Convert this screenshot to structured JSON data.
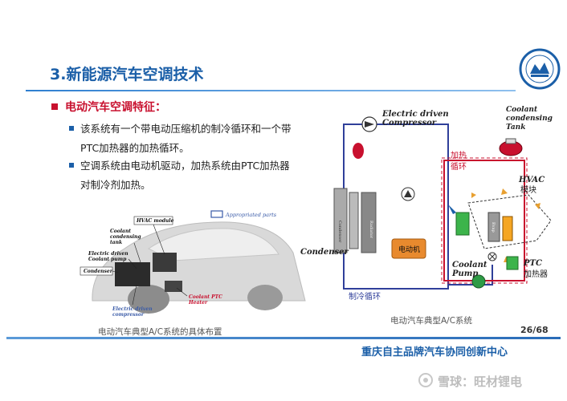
{
  "slide": {
    "title": "3.新能源汽车空调技术",
    "section_heading": "电动汽车空调特征：",
    "bullets": [
      {
        "line1": "该系统有一个带电动压缩机的制冷循环和一个带",
        "line2": "PTC加热器的加热循环。"
      },
      {
        "line1": "空调系统由电动机驱动，加热系统由PTC加热器",
        "line2": "对制冷剂加热。"
      }
    ],
    "page_number": "26/68",
    "footer": "重庆自主品牌汽车协同创新中心",
    "watermark": "雪球：旺材锂电"
  },
  "left_figure": {
    "caption": "电动汽车典型A/C系统的具体布置",
    "legend": "Appropriated parts",
    "labels": {
      "hvac_module": "HVAC module",
      "coolant_tank": "Coolant condensing tank",
      "pump": "Electric driven Coolant pump",
      "condenser": "Condenser",
      "compressor": "Electric driven compressor",
      "ptc_heater": "Coolant PTC Heater"
    }
  },
  "right_figure": {
    "caption": "电动汽车典型A/C系统",
    "labels": {
      "compressor_l1": "Electric driven",
      "compressor_l2": "Compressor",
      "tank_l1": "Coolant",
      "tank_l2": "condensing",
      "tank_l3": "Tank",
      "heating_loop_l1": "加热",
      "heating_loop_l2": "循环",
      "hvac_l1": "HVAC",
      "hvac_l2": "模块",
      "condenser": "Condenser",
      "motor": "电动机",
      "coolant_pump_l1": "Coolant",
      "coolant_pump_l2": "Pump",
      "ptc_l1": "PTC",
      "ptc_l2": "加热器",
      "cooling_loop": "制冷循环",
      "condenser_fan": "Condenser",
      "radiator": "Radiator",
      "evap": "Evap"
    }
  }
}
